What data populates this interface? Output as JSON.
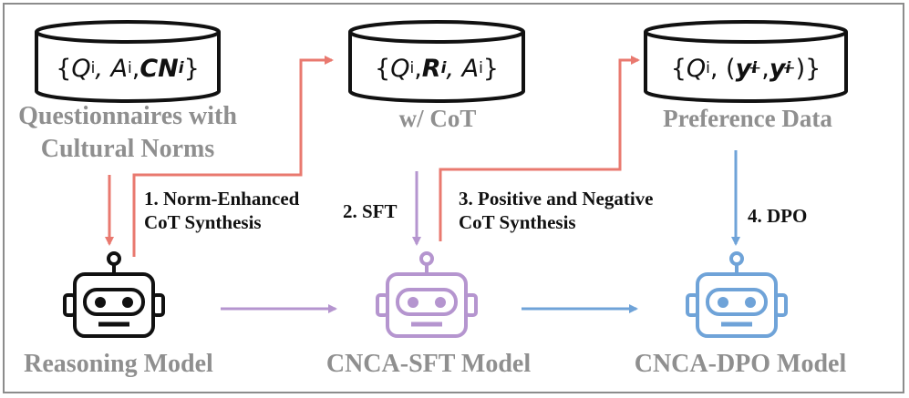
{
  "databases": [
    {
      "id": "questionnaires",
      "formula": [
        "{",
        "Q",
        "i",
        ", A",
        "i",
        ", ",
        "CN",
        "i",
        "}"
      ],
      "caption_lines": [
        "Questionnaires with",
        "Cultural Norms"
      ]
    },
    {
      "id": "cot",
      "formula": [
        "{",
        "Q",
        "i",
        ", ",
        "R",
        "i",
        ", A",
        "i",
        "}"
      ],
      "caption_lines": [
        "w/ CoT"
      ]
    },
    {
      "id": "preference",
      "formula": [
        "{",
        "Q",
        "i",
        ", (",
        "y",
        "i",
        "+",
        ", ",
        "y",
        "i",
        "−",
        ")}"
      ],
      "caption_lines": [
        "Preference Data"
      ]
    }
  ],
  "steps": [
    {
      "lines": [
        "1. Norm-Enhanced",
        "CoT Synthesis"
      ]
    },
    {
      "lines": [
        "2. SFT"
      ]
    },
    {
      "lines": [
        "3. Positive and Negative",
        "CoT Synthesis"
      ]
    },
    {
      "lines": [
        "4. DPO"
      ]
    }
  ],
  "models": [
    {
      "label": "Reasoning Model",
      "color": "#111111"
    },
    {
      "label": "CNCA-SFT Model",
      "color": "#b595cf"
    },
    {
      "label": "CNCA-DPO Model",
      "color": "#6fa3d8"
    }
  ],
  "colors": {
    "red_arrow": "#e9796f",
    "purple_arrow": "#b595cf",
    "blue_arrow": "#6fa3d8",
    "caption_gray": "#8f8f8f"
  }
}
